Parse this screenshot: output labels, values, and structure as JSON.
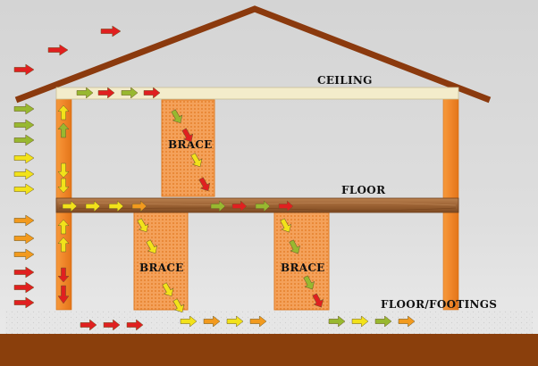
{
  "labels": {
    "ceiling": "CEILING",
    "floor": "FLOOR",
    "floor_footings": "FLOOR/FOOTINGS",
    "brace_upper": "BRACE",
    "brace_lower_left": "BRACE",
    "brace_lower_right": "BRACE"
  },
  "colors": {
    "background_top": "#d6d6d6",
    "background_bottom": "#ebebeb",
    "roof": "#8b3a0e",
    "ground": "#8a3f0c",
    "footing_slab": "#e6e6e6",
    "ceiling_beam": "#f3eccb",
    "floor_beam": "#a0653a",
    "post": "#f0892a",
    "brace_fill": "#f4a15a",
    "arrow_red": "#e02020",
    "arrow_orange": "#f29a1e",
    "arrow_yellow": "#f2e21a",
    "arrow_green": "#98b830"
  },
  "icons": {
    "force_arrow": "arrow-icon"
  }
}
